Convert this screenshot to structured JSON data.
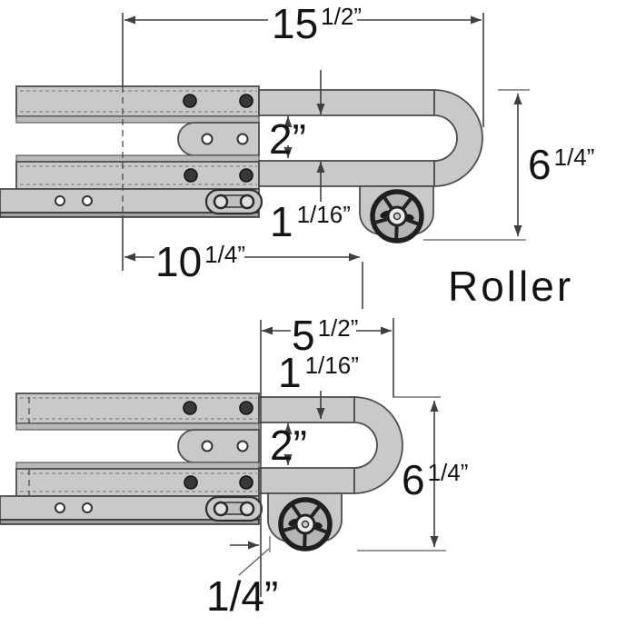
{
  "diagram_title": "Roller drawer-slide dimension drawing",
  "colors": {
    "rail_fill": "#c9c9c9",
    "rail_outline": "#4d4d4d",
    "dimension_lines": "#3f3f3f",
    "text": "#131313",
    "background": "#ffffff"
  },
  "top": {
    "overall": {
      "main": "15",
      "sup": "1/2”"
    },
    "slot": {
      "main": "2”"
    },
    "lip": {
      "main": "1",
      "sup": "1/16”"
    },
    "base": {
      "main": "10",
      "sup": "1/4”"
    },
    "height": {
      "main": "6",
      "sup": "1/4”"
    },
    "caption": "Roller"
  },
  "bottom": {
    "overall": {
      "main": "5",
      "sup": "1/2”"
    },
    "lip": {
      "main": "1",
      "sup": "1/16”"
    },
    "slot": {
      "main": "2”"
    },
    "height": {
      "main": "6",
      "sup": "1/4”"
    },
    "gap": {
      "main": "1/4”"
    }
  }
}
